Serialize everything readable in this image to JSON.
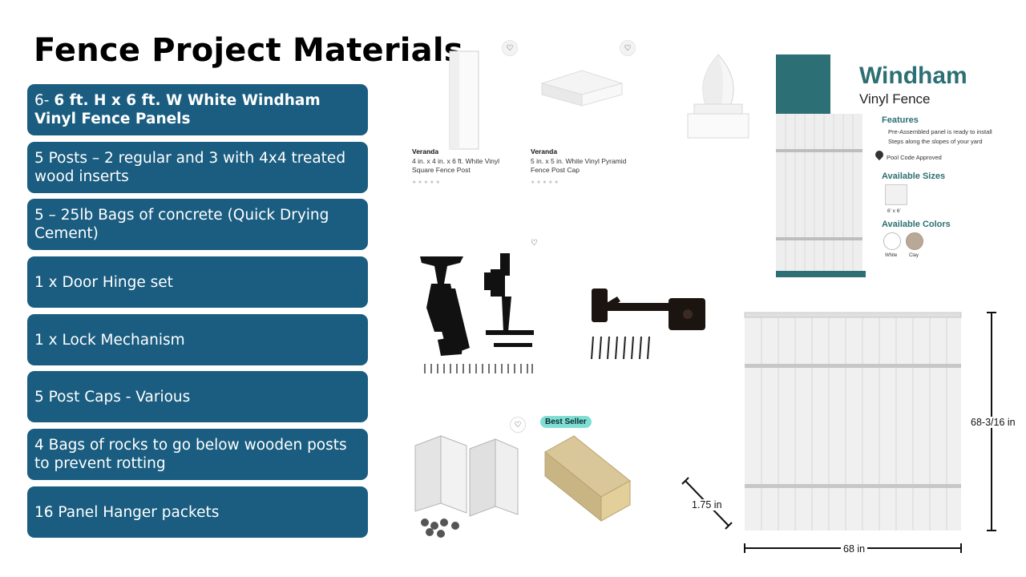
{
  "title": "Fence Project Materials",
  "materials": [
    {
      "prefix": "6- ",
      "bold": "6 ft. H x 6 ft. W White Windham Vinyl Fence Panels"
    },
    {
      "prefix": "5 Posts – 2 regular and 3 with 4x4 treated wood inserts",
      "bold": ""
    },
    {
      "prefix": "5 – 25lb Bags of concrete (Quick Drying Cement)",
      "bold": ""
    },
    {
      "prefix": "1 x Door Hinge set",
      "bold": ""
    },
    {
      "prefix": "1 x Lock Mechanism",
      "bold": ""
    },
    {
      "prefix": "5 Post Caps - Various",
      "bold": ""
    },
    {
      "prefix": "4 Bags of rocks to go below wooden posts to prevent rotting",
      "bold": ""
    },
    {
      "prefix": "16 Panel Hanger packets",
      "bold": ""
    }
  ],
  "products": {
    "post": {
      "brand": "Veranda",
      "desc": "4 in. x 4 in. x 6 ft. White Vinyl Square Fence Post"
    },
    "cap": {
      "brand": "Veranda",
      "desc": "5 in. x 5 in. White Vinyl Pyramid Fence Post Cap"
    },
    "best_seller": "Best Seller"
  },
  "windham": {
    "title": "Windham",
    "subtitle": "Vinyl Fence",
    "features_heading": "Features",
    "features": [
      "Pre-Assembled panel is ready to install",
      "Steps along the slopes of your yard"
    ],
    "pool_code": "Pool Code Approved",
    "sizes_heading": "Available Sizes",
    "size": "6' x 6'",
    "colors_heading": "Available Colors",
    "colors": [
      {
        "name": "White",
        "hex": "#ffffff"
      },
      {
        "name": "Clay",
        "hex": "#b7a898"
      }
    ]
  },
  "dimensions": {
    "height": "68-3/16 in",
    "width": "68 in",
    "depth": "1.75 in"
  },
  "accent_color": "#1a5d80"
}
